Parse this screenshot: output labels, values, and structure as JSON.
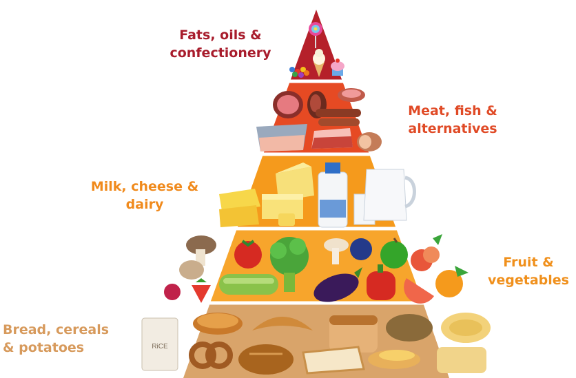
{
  "pyramid": {
    "tiers": [
      {
        "id": "fats",
        "label_lines": [
          "Fats, oils &",
          "confectionery"
        ],
        "band_color": "#b5202a",
        "label_color": "#a81c2c",
        "foods": [
          "lollipop",
          "chocolate sweets",
          "ice cream cone",
          "cupcake"
        ]
      },
      {
        "id": "meat",
        "label_lines": [
          "Meat, fish &",
          "alternatives"
        ],
        "band_color": "#e64a23",
        "label_color": "#e04a26",
        "foods": [
          "ham",
          "cured ham",
          "sliced meat",
          "sausages",
          "fish fillet",
          "raw meat",
          "meat roll"
        ]
      },
      {
        "id": "dairy",
        "label_lines": [
          "Milk, cheese &",
          "dairy"
        ],
        "band_color": "#f59a1c",
        "label_color": "#f08a1c",
        "foods": [
          "cheese blocks",
          "butter",
          "swiss cheese",
          "milk bottle",
          "glass of milk",
          "milk jug"
        ]
      },
      {
        "id": "fruit",
        "label_lines": [
          "Fruit &",
          "vegetables"
        ],
        "band_color": "#f7a52c",
        "label_color": "#f0901c",
        "foods": [
          "mushrooms",
          "tomato",
          "broccoli",
          "mushroom",
          "blueberry",
          "green apple",
          "peaches",
          "raspberry",
          "strawberry",
          "cucumber",
          "eggplant",
          "red pepper",
          "grapefruit",
          "orange"
        ]
      },
      {
        "id": "bread",
        "label_lines": [
          "Bread, cereals",
          "& potatoes"
        ],
        "band_color": "#d9a46a",
        "label_color": "#d79a5c",
        "foods": [
          "rice bag",
          "waffle",
          "croissant",
          "bread loaf",
          "potato",
          "pasta nest",
          "pretzel",
          "bread roll",
          "toast",
          "bruschetta",
          "penne"
        ]
      }
    ],
    "rice_bag_text": "RiCE"
  }
}
